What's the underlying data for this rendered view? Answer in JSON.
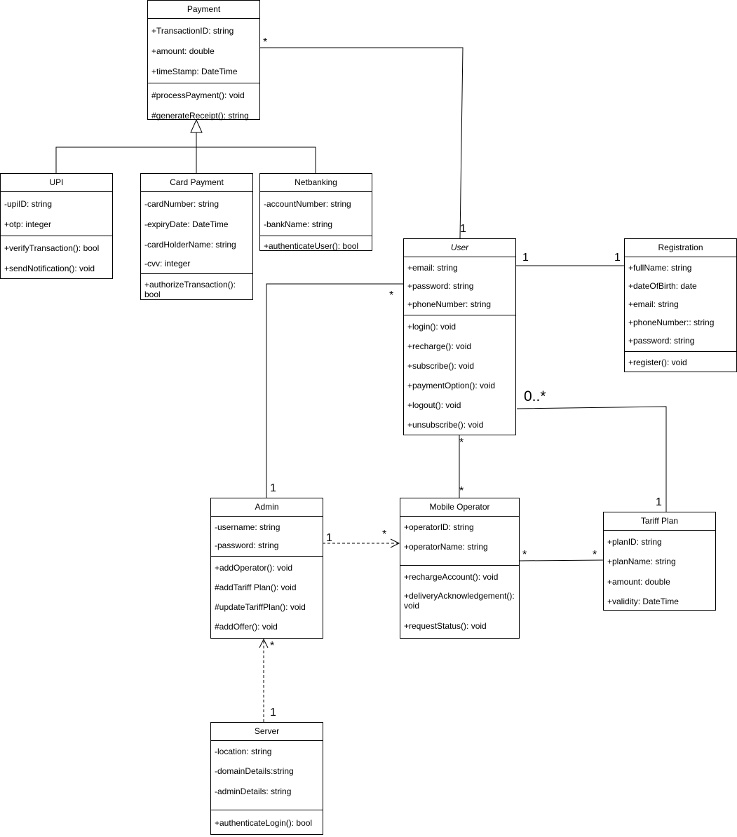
{
  "classes": {
    "payment": {
      "name": "Payment",
      "attributes": [
        "+TransactionID: string",
        "+amount: double",
        "+timeStamp: DateTime"
      ],
      "methods": [
        "#processPayment(): void",
        "#generateReceipt(): string"
      ]
    },
    "upi": {
      "name": "UPI",
      "attributes": [
        "-upiID: string",
        "+otp: integer"
      ],
      "methods": [
        "+verifyTransaction(): bool",
        "+sendNotification(): void"
      ]
    },
    "card_payment": {
      "name": "Card Payment",
      "attributes": [
        "-cardNumber: string",
        "-expiryDate: DateTime",
        "-cardHolderName: string",
        "-cvv: integer"
      ],
      "methods": [
        "+authorizeTransaction(): bool"
      ]
    },
    "netbanking": {
      "name": "Netbanking",
      "attributes": [
        "-accountNumber: string",
        "-bankName: string"
      ],
      "methods": [
        "+authenticateUser(): bool"
      ]
    },
    "user": {
      "name": "User",
      "attributes": [
        "+email: string",
        "+password: string",
        "+phoneNumber: string"
      ],
      "methods": [
        "+login(): void",
        "+recharge(): void",
        "+subscribe(): void",
        "+paymentOption(): void",
        "+logout(): void",
        "+unsubscribe(): void"
      ]
    },
    "registration": {
      "name": "Registration",
      "attributes": [
        "+fullName: string",
        "+dateOfBirth: date",
        "+email: string",
        "+phoneNumber:: string",
        "+password: string"
      ],
      "methods": [
        "+register(): void"
      ]
    },
    "admin": {
      "name": "Admin",
      "attributes": [
        "-username: string",
        "-password: string"
      ],
      "methods": [
        "+addOperator(): void",
        "#addTariff Plan(): void",
        "#updateTariffPlan(): void",
        "#addOffer(): void"
      ]
    },
    "mobile_operator": {
      "name": "Mobile Operator",
      "attributes": [
        "+operatorID: string",
        "+operatorName: string"
      ],
      "methods": [
        "+rechargeAccount(): void",
        "+deliveryAcknowledgement(): void",
        "+requestStatus(): void"
      ]
    },
    "tariff_plan": {
      "name": "Tariff Plan",
      "attributes": [
        "+planID: string",
        "+planName: string",
        "+amount: double",
        "+validity: DateTime"
      ],
      "methods": []
    },
    "server": {
      "name": "Server",
      "attributes": [
        "-location: string",
        "-domainDetails:string",
        "-adminDetails: string"
      ],
      "methods": [
        "+authenticateLogin(): bool"
      ]
    }
  },
  "multiplicities": {
    "payment_user_payment_end": "*",
    "payment_user_user_end": "1",
    "user_registration_user_end": "1",
    "user_registration_registration_end": "1",
    "user_admin_user_end": "*",
    "user_admin_admin_end": "1",
    "user_operator_user_end": "*",
    "user_operator_operator_end": "*",
    "user_tariff_user_end": "0..*",
    "user_tariff_tariff_end": "1",
    "admin_operator_admin_end": "1",
    "admin_operator_operator_end": "*",
    "operator_tariff_operator_end": "*",
    "operator_tariff_tariff_end": "*",
    "server_admin_admin_end": "*",
    "server_admin_server_end": "1"
  }
}
